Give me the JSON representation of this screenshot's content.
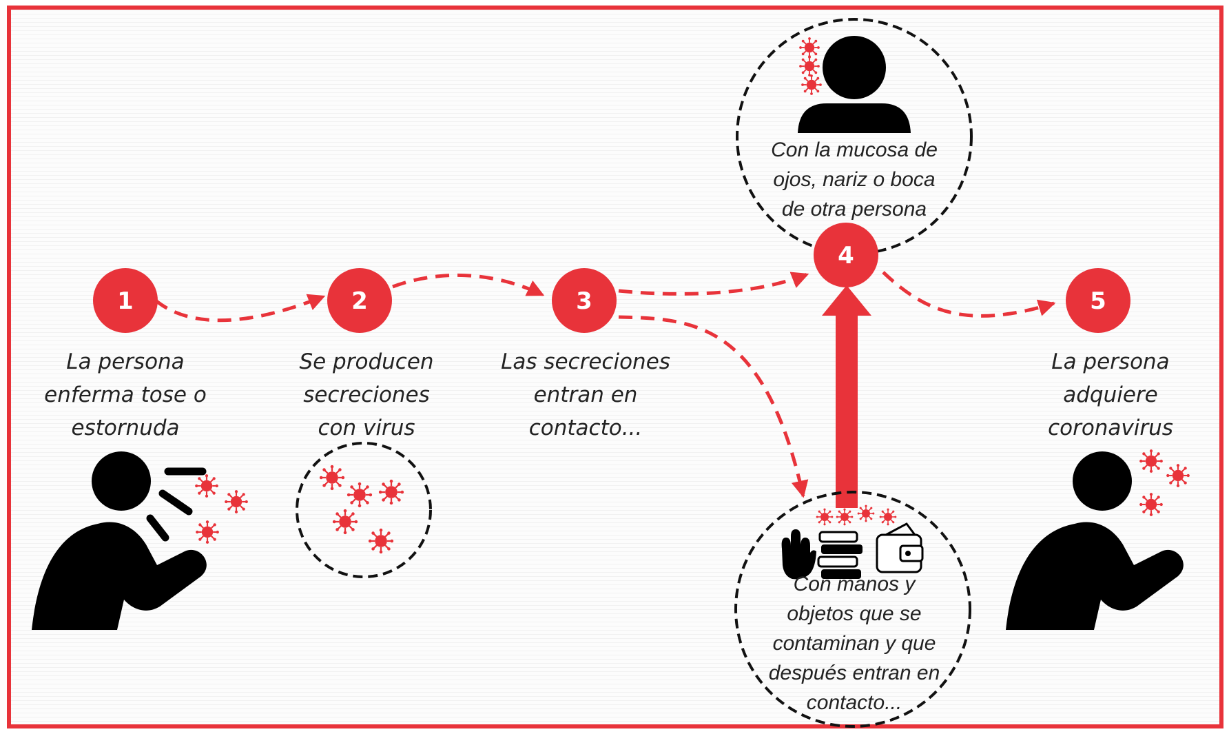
{
  "colors": {
    "accent": "#e8333a",
    "ink": "#000000",
    "text": "#222222",
    "dashed_circle": "#111111"
  },
  "steps": [
    {
      "number": "1",
      "caption": [
        "La persona",
        "enferma tose o",
        "estornuda"
      ]
    },
    {
      "number": "2",
      "caption": [
        "Se producen",
        "secreciones",
        "con virus"
      ]
    },
    {
      "number": "3",
      "caption": [
        "Las secreciones",
        "entran en",
        "contacto..."
      ]
    },
    {
      "number": "4",
      "caption": []
    },
    {
      "number": "5",
      "caption": [
        "La persona",
        "adquiere",
        "coronavirus"
      ]
    }
  ],
  "branches": {
    "upper": {
      "caption": [
        "Con la mucosa de",
        "ojos, nariz o boca",
        "de otra persona"
      ],
      "icon": "person-icon"
    },
    "lower": {
      "caption": [
        "Con manos y",
        "objetos que se",
        "contaminan y que",
        "después entran en",
        "contacto..."
      ],
      "icons": [
        "hand-icon",
        "books-icon",
        "wallet-icon"
      ]
    }
  },
  "icons": {
    "virus": "virus-icon",
    "coughing_person": "coughing-person-icon",
    "infected_person": "infected-person-icon"
  }
}
